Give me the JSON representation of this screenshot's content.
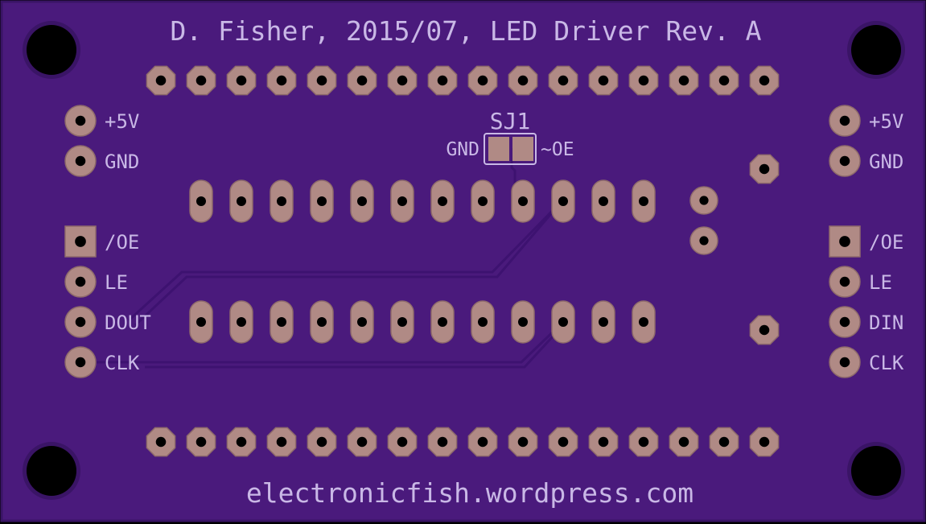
{
  "board": {
    "title": "D. Fisher, 2015/07, LED Driver Rev. A",
    "url": "electronicfish.wordpress.com",
    "colors": {
      "soldermask": "#4a1a7c",
      "soldermask_edge": "#3a1466",
      "pad": "#b08a85",
      "pad_border": "#8f6b6b",
      "hole": "#000000",
      "silkscreen": "#c9b8e6",
      "trace": "#3d1270"
    }
  },
  "jumper": {
    "name": "SJ1",
    "left_label": "GND",
    "right_label": "~OE"
  },
  "left_header": {
    "labels": [
      "+5V",
      "GND",
      "/OE",
      "LE",
      "DOUT",
      "CLK"
    ]
  },
  "right_header": {
    "labels": [
      "+5V",
      "GND",
      "/OE",
      "LE",
      "DIN",
      "CLK"
    ]
  },
  "icons": {
    "mounting_hole": "mounting-hole-icon",
    "round_pad": "round-pad-icon",
    "square_pad": "square-pad-icon",
    "oval_pad": "oval-pad-icon"
  }
}
